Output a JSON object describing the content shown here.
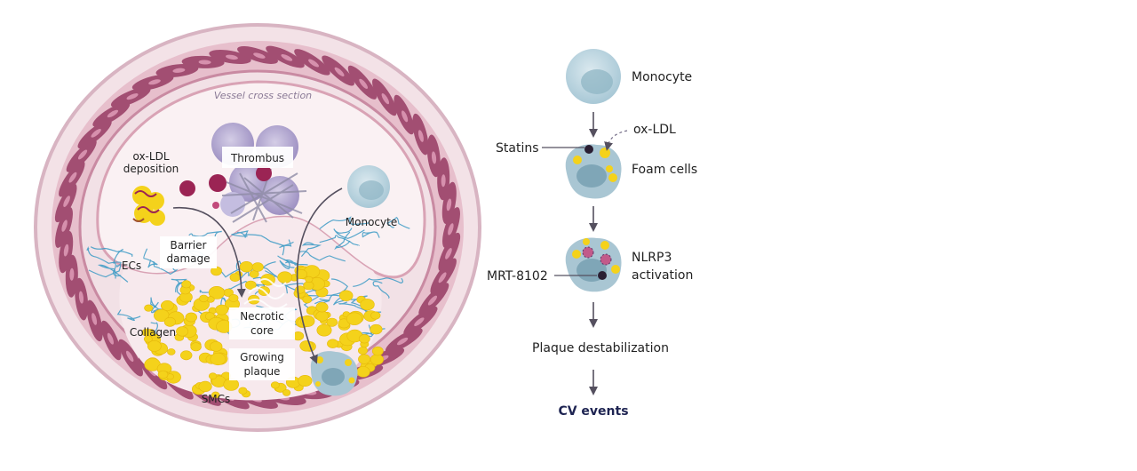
{
  "left_panel": {
    "vessel_title": "Vessel cross section",
    "labels": {
      "oxldl_line1": "ox-LDL",
      "oxldl_line2": "deposition",
      "thrombus": "Thrombus",
      "monocyte": "Monocyte",
      "barrier_line1": "Barrier",
      "barrier_line2": "damage",
      "ecs": "ECs",
      "collagen": "Collagen",
      "necrotic_line1": "Necrotic",
      "necrotic_line2": "core",
      "growing_line1": "Growing",
      "growing_line2": "plaque",
      "smcs": "SMCs"
    }
  },
  "pathway": {
    "monocyte": "Monocyte",
    "oxldl": "ox-LDL",
    "statins": "Statins",
    "foam_cells": "Foam cells",
    "nlrp3_line1": "NLRP3",
    "nlrp3_line2": "activation",
    "mrt": "MRT-8102",
    "plaque_destabilization": "Plaque destabilization",
    "cv_events": "CV events"
  },
  "colors": {
    "vessel_wall": "#d9a9b8",
    "smc": "#a24e72",
    "lipid": "#f4d21b",
    "collagen": "#3b9ac4",
    "cell": "#b9d4de",
    "nucleus": "#8fb5c4",
    "platelet": "#a99cc9",
    "rbc": "#9b2454",
    "arrow": "#6b6478",
    "title_dark": "#1e2452"
  }
}
